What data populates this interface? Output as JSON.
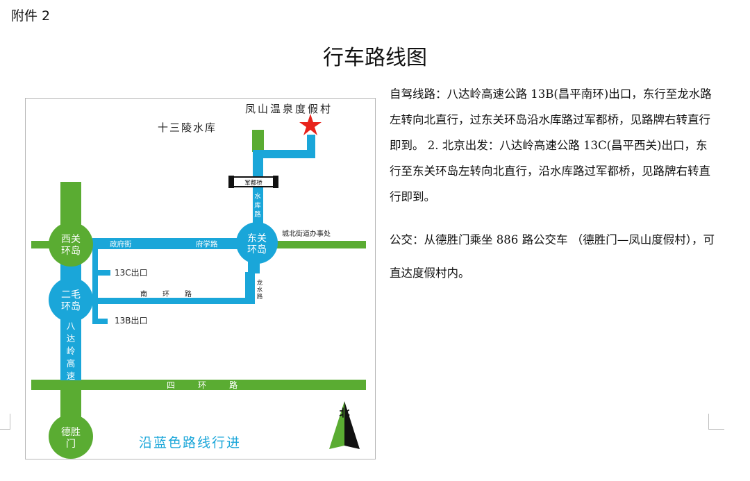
{
  "attachment_label": "附件 2",
  "title": "行车路线图",
  "map": {
    "resort_name": "凤山温泉度假村",
    "reservoir": "十三陵水库",
    "bridge": "军都桥",
    "shuiku_road": [
      "水",
      "库",
      "路"
    ],
    "chengbei_office": "城北街道办事处",
    "xiguan_line1": "西关",
    "xiguan_line2": "环岛",
    "dongguan_line1": "东关",
    "dongguan_line2": "环岛",
    "ermao_line1": "二毛",
    "ermao_line2": "环岛",
    "deshengmen_line1": "德胜",
    "deshengmen_line2": "门",
    "zhengfu_street": "政府街",
    "fuxue_road": "府学路",
    "exit_13c": "13C出口",
    "exit_13b": "13B出口",
    "nanhuan_road": [
      "南",
      "环",
      "路"
    ],
    "longshui_road": [
      "龙",
      "水",
      "路"
    ],
    "badaling_vertical": [
      "八",
      "达",
      "岭",
      "高",
      "速"
    ],
    "sihuan_road": [
      "四",
      "环",
      "路"
    ],
    "north": "北",
    "guide_text": "沿蓝色路线行进",
    "colors": {
      "green": "#5aac32",
      "blue": "#1aa6d9",
      "star": "#e8231c"
    }
  },
  "directions": {
    "drive": "自驾线路：八达岭高速公路 13B(昌平南环)出口，东行至龙水路左转向北直行，过东关环岛沿水库路过军都桥，见路牌右转直行即到。 2. 北京出发：八达岭高速公路 13C(昌平西关)出口，东行至东关环岛左转向北直行，沿水库路过军都桥，见路牌右转直行即到。",
    "bus": "公交：从德胜门乘坐 886 路公交车 （德胜门—凤山度假村），可直达度假村内。"
  }
}
